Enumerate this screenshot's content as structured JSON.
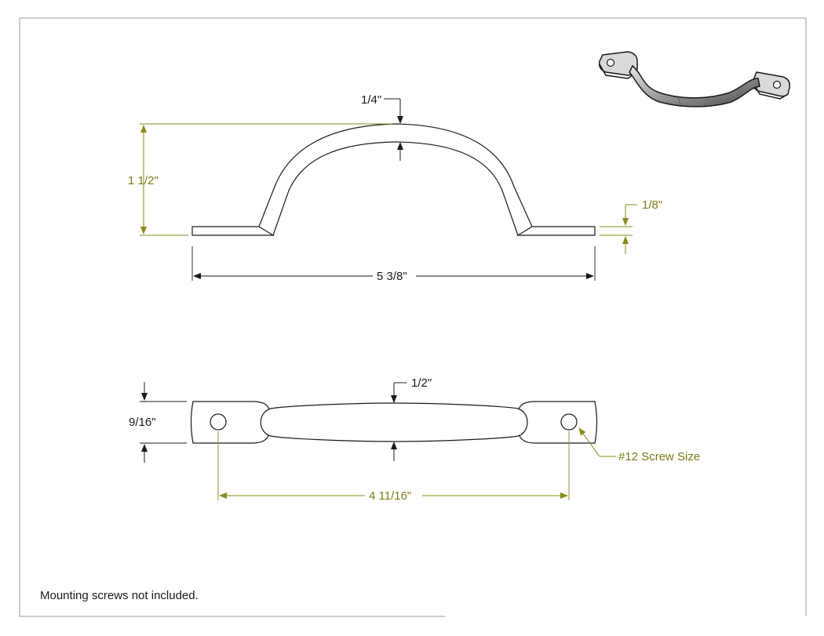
{
  "drawing": {
    "colors": {
      "line": "#1a1a1a",
      "dimension_olive": "#8a8a1a",
      "border": "#888888"
    },
    "side_view": {
      "thickness_label": "1/4\"",
      "height_label": "1 1/2\"",
      "foot_thickness_label": "1/8\"",
      "overall_length_label": "5 3/8\""
    },
    "top_view": {
      "grip_width_label": "1/2\"",
      "foot_width_label": "9/16\"",
      "hole_spacing_label": "4 11/16\"",
      "screw_label": "#12 Screw Size"
    },
    "note": "Mounting screws not included."
  }
}
